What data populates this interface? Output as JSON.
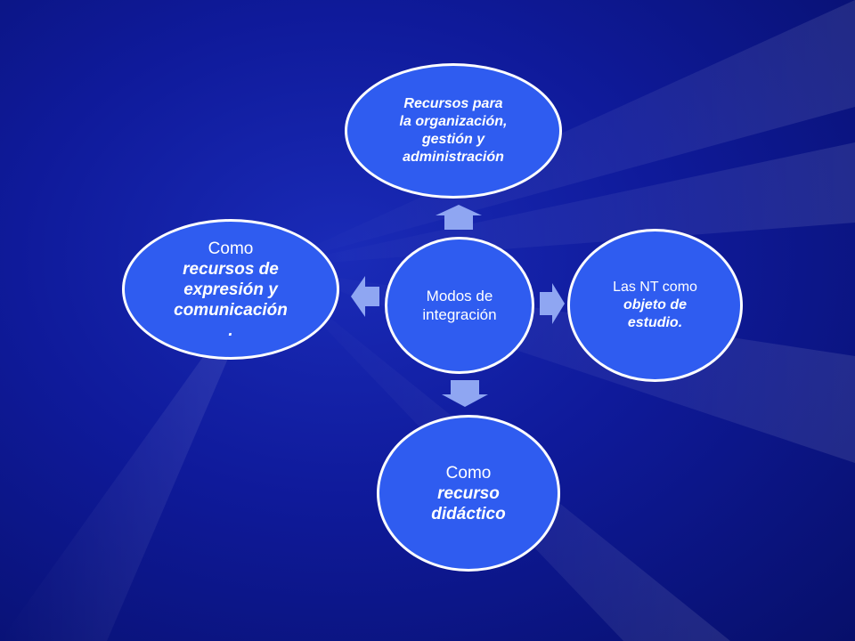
{
  "diagram": {
    "center": {
      "label": "Modos de integración"
    },
    "top": {
      "line1": "Recursos para",
      "line2": "la organización,",
      "line3": "gestión y",
      "line4": "administración"
    },
    "right": {
      "plain": "Las NT como",
      "emph1": "objeto de",
      "emph2": "estudio."
    },
    "bottom": {
      "plain": "Como",
      "emph1": "recurso",
      "emph2": "didáctico"
    },
    "left": {
      "plain": "Como",
      "emph1": "recursos de",
      "emph2": "expresión y",
      "emph3": "comunicación",
      "emph4": "."
    }
  },
  "colors": {
    "node_fill": "#2f5cf0",
    "node_border": "#ffffff",
    "center_fill": "#2f5cf0",
    "arrow_fill": "#8fa6f2",
    "background_dark": "#070f6a",
    "background_mid": "#1a2bb8"
  }
}
